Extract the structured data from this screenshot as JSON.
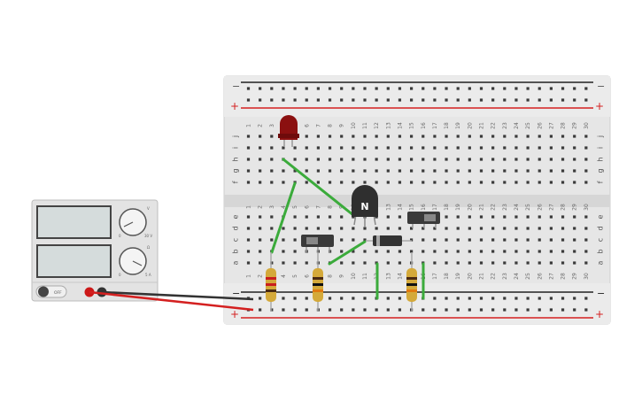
{
  "breadboard": {
    "columns": [
      "1",
      "2",
      "3",
      "4",
      "5",
      "6",
      "7",
      "8",
      "9",
      "10",
      "11",
      "12",
      "13",
      "14",
      "15",
      "16",
      "17",
      "18",
      "19",
      "20",
      "21",
      "22",
      "23",
      "24",
      "25",
      "26",
      "27",
      "28",
      "29",
      "30"
    ],
    "rows_top": [
      "j",
      "i",
      "h",
      "g",
      "f"
    ],
    "rows_bottom": [
      "e",
      "d",
      "c",
      "b",
      "a"
    ],
    "rail_minus": "−",
    "rail_plus": "+",
    "colors": {
      "board": "#e8e8e8",
      "hole": "#3a3a3a",
      "rail_red": "#d42020",
      "rail_black": "#222222",
      "wire_green": "#3bab3b"
    }
  },
  "power_supply": {
    "switch_label": "OFF",
    "knob1_min": "0",
    "knob1_max": "30 V",
    "knob1_icon": "V",
    "knob2_min": "0",
    "knob2_max": "5 A",
    "knob2_icon": "Ω"
  },
  "components": {
    "transistor_label": "N",
    "led_color": "#8b1010",
    "resistor_colors": [
      "#d4a93a"
    ]
  }
}
